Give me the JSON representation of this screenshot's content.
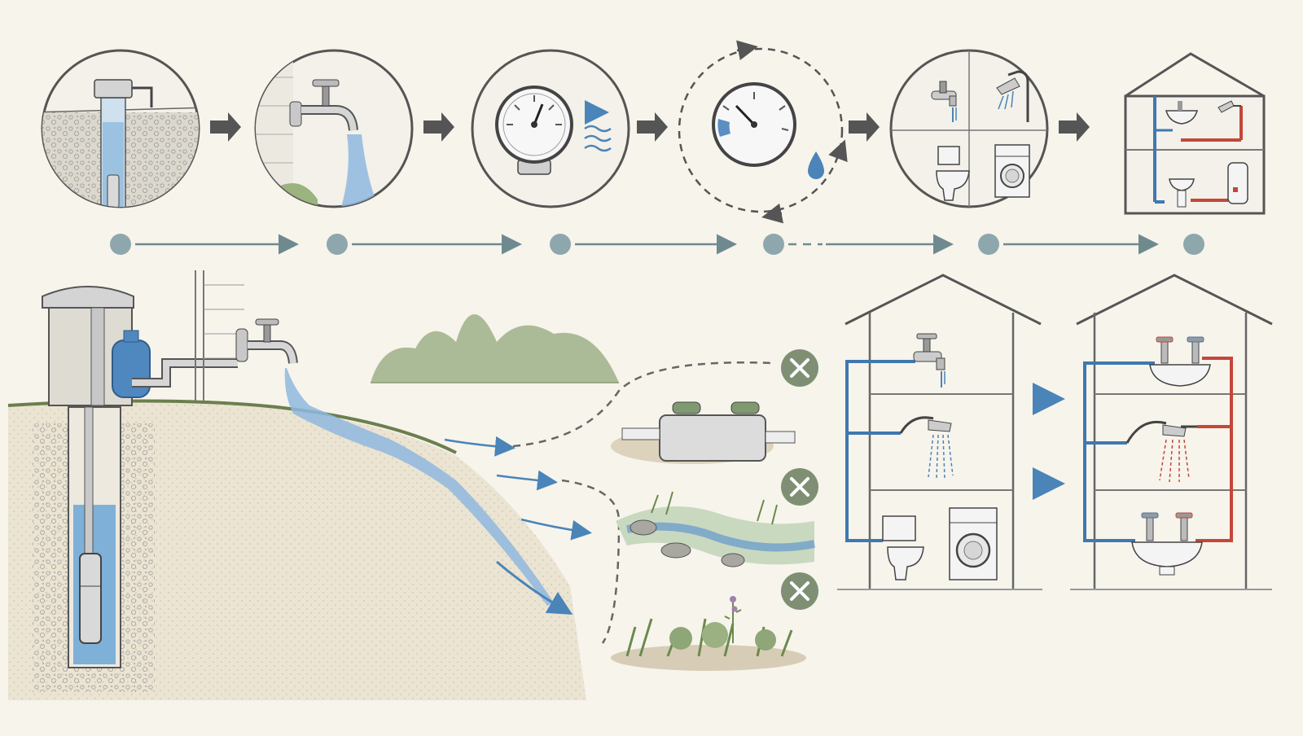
{
  "diagram": {
    "steps": [
      {
        "icon": "well-pump-icon"
      },
      {
        "icon": "outdoor-faucet-icon"
      },
      {
        "icon": "pressure-gauge-icon"
      },
      {
        "icon": "gauge-cycle-icon"
      },
      {
        "icon": "household-fixtures-icon"
      },
      {
        "icon": "house-plumbing-icon"
      }
    ],
    "timeline": {
      "nodes": 6,
      "dashed_segment": 3
    },
    "outcomes": [
      {
        "icon": "septic-tank-icon",
        "status": "blocked"
      },
      {
        "icon": "stream-icon",
        "status": "blocked"
      },
      {
        "icon": "garden-icon",
        "status": "blocked"
      }
    ],
    "colors": {
      "background": "#f7f4ec",
      "line": "#555555",
      "water": "#4a84b8",
      "hot": "#c4473a",
      "cold": "#3f78b0",
      "node": "#8ea7ad",
      "x_badge": "#7f8f74",
      "foliage": "#a3b58e"
    }
  }
}
